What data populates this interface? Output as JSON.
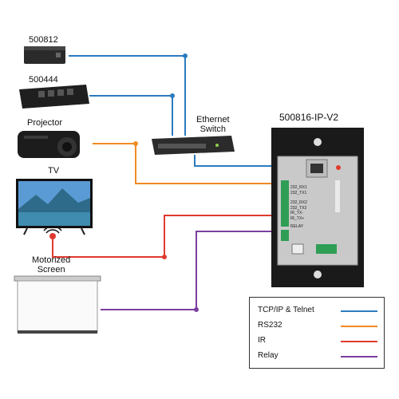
{
  "devices": {
    "d500812": "500812",
    "d500444": "500444",
    "projector": "Projector",
    "tv": "TV",
    "screen_line1": "Motorized",
    "screen_line2": "Screen",
    "switch_line1": "Ethernet",
    "switch_line2": "Switch",
    "panel_title": "500816-IP-V2"
  },
  "panel_labels": [
    "232_RX1",
    "232_TX1",
    "232_RX2",
    "232_TX2",
    "IR_TX-",
    "IR_TX+",
    "RELAY"
  ],
  "legend": [
    {
      "label": "TCP/IP & Telnet",
      "color": "#2b7bbf"
    },
    {
      "label": "RS232",
      "color": "#f08a24"
    },
    {
      "label": "IR",
      "color": "#e03a2f"
    },
    {
      "label": "Relay",
      "color": "#7b3fa0"
    }
  ],
  "colors": {
    "tcp": "#2b7bbf",
    "rs232": "#f08a24",
    "ir": "#e03a2f",
    "relay": "#7b3fa0"
  }
}
